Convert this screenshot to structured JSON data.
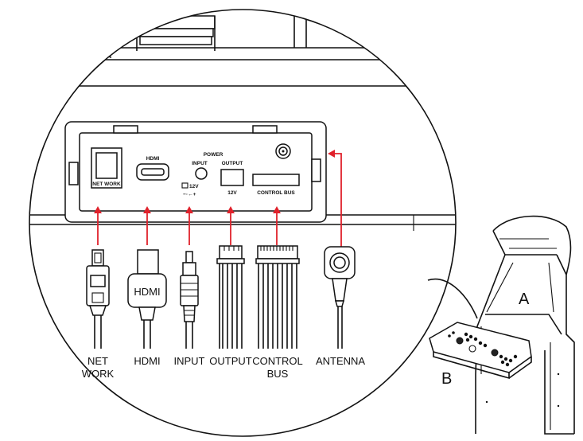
{
  "panel_labels": {
    "network": "NET WORK",
    "hdmi": "HDMI",
    "power": "POWER",
    "input": "INPUT",
    "output": "OUTPUT",
    "voltage": "12V",
    "polarity": "−◦←+",
    "output_voltage": "12V",
    "control_bus": "CONTROL BUS"
  },
  "cable_labels": {
    "network_line1": "NET",
    "network_line2": "WORK",
    "hdmi": "HDMI",
    "input": "INPUT",
    "output": "OUTPUT",
    "control_bus_line1": "CONTROL",
    "control_bus_line2": "BUS",
    "antenna": "ANTENNA"
  },
  "connector_text": {
    "hdmi_plug": "HDMI"
  },
  "callouts": {
    "cabinet": "A",
    "control_panel": "B"
  },
  "colors": {
    "arrow": "#e0212b",
    "line": "#111111"
  }
}
